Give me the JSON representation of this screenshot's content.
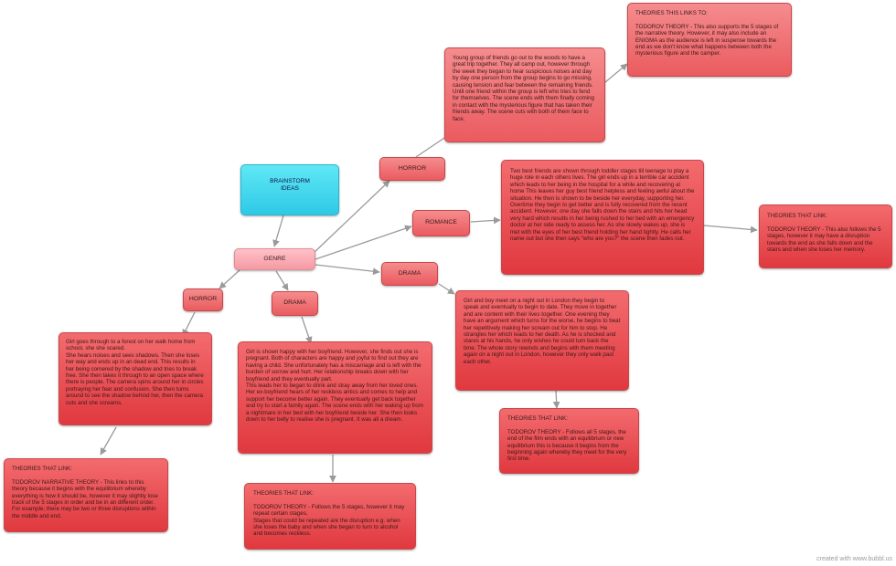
{
  "diagram": {
    "center": "BRAINSTORM\nIDEAS",
    "genre": "GENRE",
    "branches": {
      "horror_left": "HORROR",
      "drama_left": "DRAMA",
      "horror_top": "HORROR",
      "romance": "ROMANCE",
      "drama_right": "DRAMA"
    },
    "notes": {
      "horror_left_plot": "Girl goes through to a forest on her walk home from school, she she scared.\nShe hears noises and sees shadows. Then she loses her way and ends up in an dead end. This results in her being cornered by the shadow and tries to break free. She then takes it through to an open space where there is people. The camera spins around her in circles portraying her fear and confusion. She then turns around to see the shadow behind her, then the camera cuts and she screams.",
      "horror_left_theory": "THEORIES THAT LINK:\n\nTODOROV NARRATIVE THEORY - This links to this theory because it begins with the equilibrium whereby everything is how it should be, however it may slightly lose track of the 5 stages in order and be in an different order. For example; there may be two or three disruptions within the middle and end.",
      "drama_left_plot": "Girl is shown happy with her boyfriend. However, she finds out she is pregnant. Both of characters are happy and joyful to find out they are having a child. She unfortunately has a miscarriage and is left with the burden of sorrow and hurt. Her relationship breaks down with her boyfriend and they eventually part.\nThis leads her to began to drink and stray away from her loved ones. Her ex-boyfriend hears of her reckless antics and comes to help and support her become better again. They eventually get back together and try to start a family again. The scene ends with her waking up from a nightmare in her bed with her boyfriend beside her. She then looks down to her belly to realise she is pregnant. It was all a dream.",
      "drama_left_theory": "THEORIES THAT LINK:\n\nTODOROV THEORY - Follows the 5 stages, however it may repeat certain stages.\nStages that could be repeated are the disruption e.g. when she loses the baby and when she began to turn to alcohol and becomes reckless.",
      "horror_top_plot": "Young group of friends go out to the woods to have a great trip together. They all camp out, however through the week they began to hear suspicious noises and day by day one person from the group begins to go missing, causing tension and fear between the remaining friends. Until one friend within the group is left who tries to fend for themselves. The scene ends with them finally coming in contact with the mysterious figure that has taken their friends away. The scene cuts with both of them face to face.",
      "horror_top_theory": "THEORIES THIS LINKS TO:\n\nTODOROV THEORY - This also supports the 5 stages of the narrative theory. However, it may also include an ENIGMA as the audience is left in suspense towards the end as we don't know what happens between both the mysterious figure and the camper.",
      "romance_plot": "Two best friends are shown through toddler stages till teenage to play a huge role in each others lives. The girl ends up in a terrible car accident which leads to her being in the hospital for a while and recovering at home This leaves her guy best friend helpless and feeling awful about the situation. He then is shown to be beside her everyday, supporting her. Overtime they begin to get better and is fully recovered from the recent accident. However, one day she falls down the stairs and hits her head very hard which results in her being rushed to her bed with an emergency doctor at her side ready to assess her. As she slowly wakes up, she is met with the eyes of her best friend holding her hand tightly. He calls her name out but she then says \"who are you?\" the scene then fades out.",
      "romance_theory": "THEORIES THAT LINK:\n\nTODOROV THEORY - This also follows the 5 stages, however it may have a disruption towards the end as she falls down and the stairs and when she loses her memory.",
      "drama_right_plot": "Girl and boy meet on a night out in London they begin to speak and eventually to begin to date. They move in together and are content with their lives together. One evening they have an argument which turns for the worse, he begins to beat her repetitively making her scream out for him to stop. He strangles her which leads to her death. As he is shocked and stares at his hands, he only wishes he could turn back the time. The whole story rewinds and begins with them meeting again on a night out in London, however they only walk past each other.",
      "drama_right_theory": "THEORIES THAT LINK:\n\nTODOROV THEORY - Follows all 5 stages, the end of the film ends with an equilibrium or new equilibrium this is because it begins from the beginning again whereby they meet for the very first time."
    },
    "colors": {
      "note_red": "#e0393f",
      "genre_pink": "#f49aa3",
      "brainstorm_cyan": "#2ec9e6",
      "connector": "#9a9a9a"
    }
  },
  "watermark": "created with www.bubbl.us"
}
